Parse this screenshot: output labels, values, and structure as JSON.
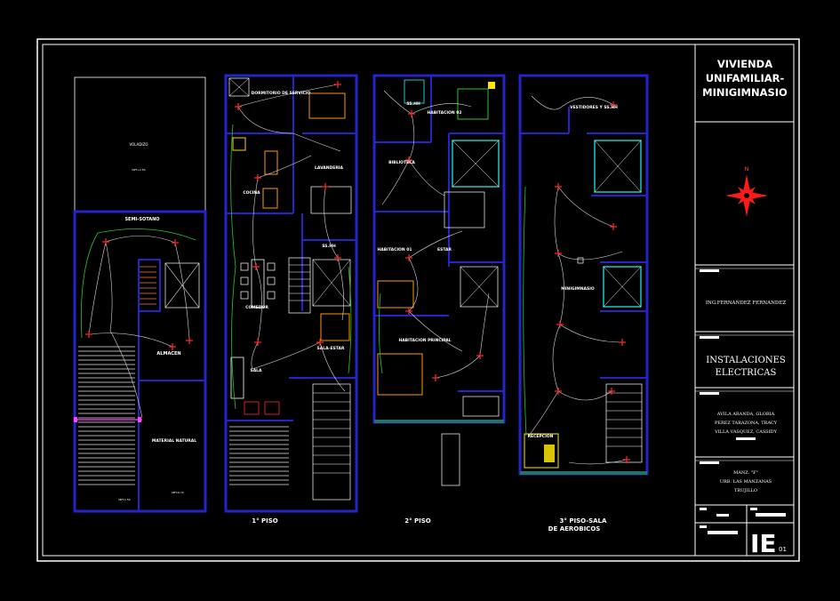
{
  "title_block": {
    "project": [
      "VIVIENDA",
      "UNIFAMILIAR-",
      "MINIGIMNASIO"
    ],
    "north_label": "N",
    "engineer": "ING.FERNANDEZ FERNANDEZ",
    "sheet_title": [
      "INSTALACIONES",
      "ELECTRICAS"
    ],
    "authors": [
      "AVILA ARANDA, GLORIA",
      "PEREZ TARAZONA, TRACY",
      "VILLA VASQUEZ, CASSIDY"
    ],
    "location": [
      "MANZ. \"F\"",
      "URB. LAS MANZANAS",
      "TRUJILLO"
    ],
    "sheet_code": "IE",
    "sheet_number": "01"
  },
  "plans": {
    "basement": {
      "upper_label": "VOLADIZO",
      "room_semi": "SEMI-SOTANO",
      "room_storage": "ALMACEN",
      "room_material": "MATERIAL NATURAL"
    },
    "floor1": {
      "caption": "1° PISO",
      "rooms": [
        "DORMITORIO DE SERVICIO",
        "LAVANDERIA",
        "COCINA",
        "SS.HH",
        "COMEDOR",
        "SALA-ESTAR",
        "SALA"
      ]
    },
    "floor2": {
      "caption": "2° PISO",
      "rooms": [
        "HABITACION 02",
        "BIBLIOTECA",
        "HABITACION 01",
        "ESTAR",
        "HABITACION PRINCIPAL",
        "SS.HH"
      ]
    },
    "floor3": {
      "caption": [
        "3° PISO-SALA",
        "DE AEROBICOS"
      ],
      "rooms": [
        "VESTIDORES Y SS.HH",
        "MINIGIMNASIO",
        "RECEPCION"
      ]
    }
  },
  "colors": {
    "border": "#ffffff",
    "walls": "#2424c8",
    "wiring": "#d8d8d8",
    "fixtures": "#ff2a2a",
    "conduit_green": "#28c828",
    "furniture": "#ff9a00",
    "north_star": "#ff1a1a"
  }
}
